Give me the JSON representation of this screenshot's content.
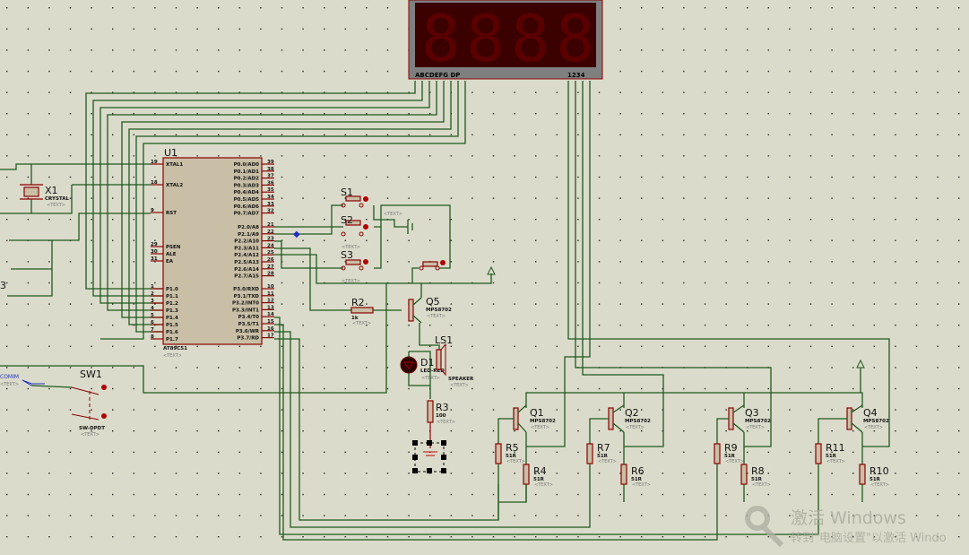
{
  "display": {
    "segment_label": "ABCDEFG  DP",
    "digit_label": "1234",
    "digits": [
      "8",
      "8",
      "8",
      "8"
    ],
    "segment_color": "#5a0000",
    "bg_color": "#3b0000"
  },
  "u1": {
    "ref": "U1",
    "part": "AT89C51",
    "text_tag": "<TEXT>",
    "left_pins": [
      {
        "num": "19",
        "name": "XTAL1"
      },
      {
        "num": "18",
        "name": "XTAL2"
      },
      {
        "num": "9",
        "name": "RST"
      },
      {
        "num": "29",
        "name": "PSEN"
      },
      {
        "num": "30",
        "name": "ALE"
      },
      {
        "num": "31",
        "name": "EA"
      },
      {
        "num": "1",
        "name": "P1.0"
      },
      {
        "num": "2",
        "name": "P1.1"
      },
      {
        "num": "3",
        "name": "P1.2"
      },
      {
        "num": "4",
        "name": "P1.3"
      },
      {
        "num": "5",
        "name": "P1.4"
      },
      {
        "num": "6",
        "name": "P1.5"
      },
      {
        "num": "7",
        "name": "P1.6"
      },
      {
        "num": "8",
        "name": "P1.7"
      }
    ],
    "right_pins": [
      {
        "num": "39",
        "name": "P0.0/AD0"
      },
      {
        "num": "38",
        "name": "P0.1/AD1"
      },
      {
        "num": "37",
        "name": "P0.2/AD2"
      },
      {
        "num": "36",
        "name": "P0.3/AD3"
      },
      {
        "num": "35",
        "name": "P0.4/AD4"
      },
      {
        "num": "34",
        "name": "P0.5/AD5"
      },
      {
        "num": "33",
        "name": "P0.6/AD6"
      },
      {
        "num": "32",
        "name": "P0.7/AD7"
      },
      {
        "num": "21",
        "name": "P2.0/A8"
      },
      {
        "num": "22",
        "name": "P2.1/A9"
      },
      {
        "num": "23",
        "name": "P2.2/A10"
      },
      {
        "num": "24",
        "name": "P2.3/A11"
      },
      {
        "num": "25",
        "name": "P2.4/A12"
      },
      {
        "num": "26",
        "name": "P2.5/A13"
      },
      {
        "num": "27",
        "name": "P2.6/A14"
      },
      {
        "num": "28",
        "name": "P2.7/A15"
      },
      {
        "num": "10",
        "name": "P3.0/RXD"
      },
      {
        "num": "11",
        "name": "P3.1/TXD"
      },
      {
        "num": "12",
        "name": "P3.2/INT0"
      },
      {
        "num": "13",
        "name": "P3.3/INT1"
      },
      {
        "num": "14",
        "name": "P3.4/T0"
      },
      {
        "num": "15",
        "name": "P3.5/T1"
      },
      {
        "num": "16",
        "name": "P3.6/WR"
      },
      {
        "num": "17",
        "name": "P3.7/RD"
      }
    ]
  },
  "x1": {
    "ref": "X1",
    "part": "CRYSTAL",
    "text_tag": "<TEXT>"
  },
  "switches": [
    {
      "ref": "S1",
      "text_tag": "<TEXT>"
    },
    {
      "ref": "S2",
      "text_tag": "<TEXT>"
    },
    {
      "ref": "S3",
      "text_tag": "<TEXT>"
    }
  ],
  "r2": {
    "ref": "R2",
    "value": "1k",
    "text_tag": "<TEXT>"
  },
  "q5": {
    "ref": "Q5",
    "part": "MPS8702",
    "text_tag": "<TEXT>"
  },
  "d1": {
    "ref": "D1",
    "part": "LED-RED",
    "text_tag": "<TEXT>"
  },
  "ls1": {
    "ref": "LS1",
    "part": "SPEAKER",
    "text_tag": "<TEXT>"
  },
  "r3": {
    "ref": "R3",
    "value": "100",
    "text_tag": "<TEXT>"
  },
  "sw1": {
    "ref": "SW1",
    "part": "SW-DPDT",
    "text_tag": "<TEXT>"
  },
  "compim": {
    "label": "COMIM",
    "text_tag": "<TEXT>",
    "left_ref": "3"
  },
  "drivers": [
    {
      "q": "Q1",
      "part": "MPS8702",
      "rb": "R5",
      "rc": "R4",
      "value": "51R",
      "text_tag": "<TEXT>"
    },
    {
      "q": "Q2",
      "part": "MPS8702",
      "rb": "R7",
      "rc": "R6",
      "value": "51R",
      "text_tag": "<TEXT>"
    },
    {
      "q": "Q3",
      "part": "MPS8702",
      "rb": "R9",
      "rc": "R8",
      "value": "51R",
      "text_tag": "<TEXT>"
    },
    {
      "q": "Q4",
      "part": "MPS8702",
      "rb": "R11",
      "rc": "R10",
      "value": "51R",
      "text_tag": "<TEXT>"
    }
  ],
  "watermark": {
    "line1": "激活 Windows",
    "line2": "转到\"电脑设置\"以激活 Windo"
  },
  "colors": {
    "wire": "#1e5a1e",
    "component_outline": "#8b0000",
    "component_fill": "#c9bfa6",
    "background": "#dbdbcb"
  }
}
